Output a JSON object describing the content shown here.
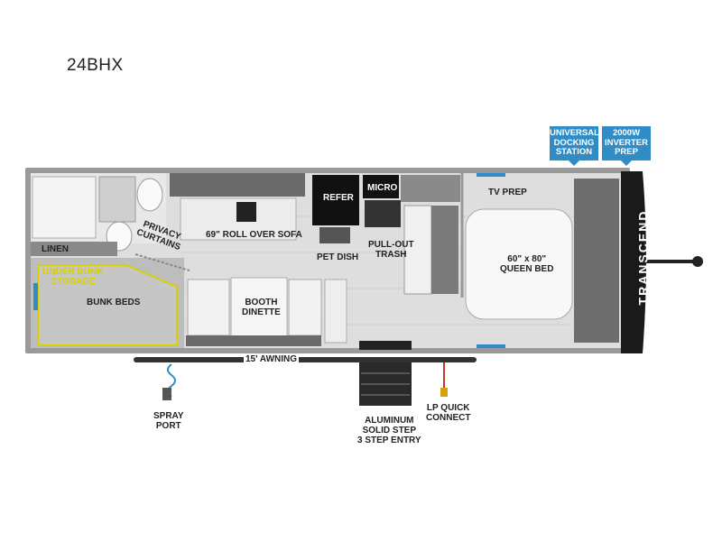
{
  "model": "24BHX",
  "badges": {
    "docking": "UNIVERSAL\nDOCKING\nSTATION",
    "inverter": "2000W\nINVERTER\nPREP"
  },
  "labels": {
    "linen": "LINEN",
    "under_bunk_storage": "UNDER BUNK\nSTORAGE",
    "bunk_beds": "BUNK BEDS",
    "privacy_curtains": "PRIVACY\nCURTAINS",
    "sofa": "69\" ROLL OVER SOFA",
    "booth_dinette": "BOOTH\nDINETTE",
    "refer": "REFER",
    "micro": "MICRO",
    "pet_dish": "PET DISH",
    "pull_out_trash": "PULL-OUT\nTRASH",
    "tv_prep": "TV PREP",
    "queen_bed": "60\" x 80\"\nQUEEN BED",
    "brand": "TRANSCEND",
    "awning": "15' AWNING",
    "spray_port": "SPRAY\nPORT",
    "step_entry": "ALUMINUM\nSOLID STEP\n3 STEP ENTRY",
    "lp_connect": "LP QUICK\nCONNECT"
  },
  "colors": {
    "badge": "#2f8cc6",
    "under_bunk_storage": "#d8d000",
    "front_cap": "#1a1a1a",
    "floor": "#dcdcdc"
  }
}
